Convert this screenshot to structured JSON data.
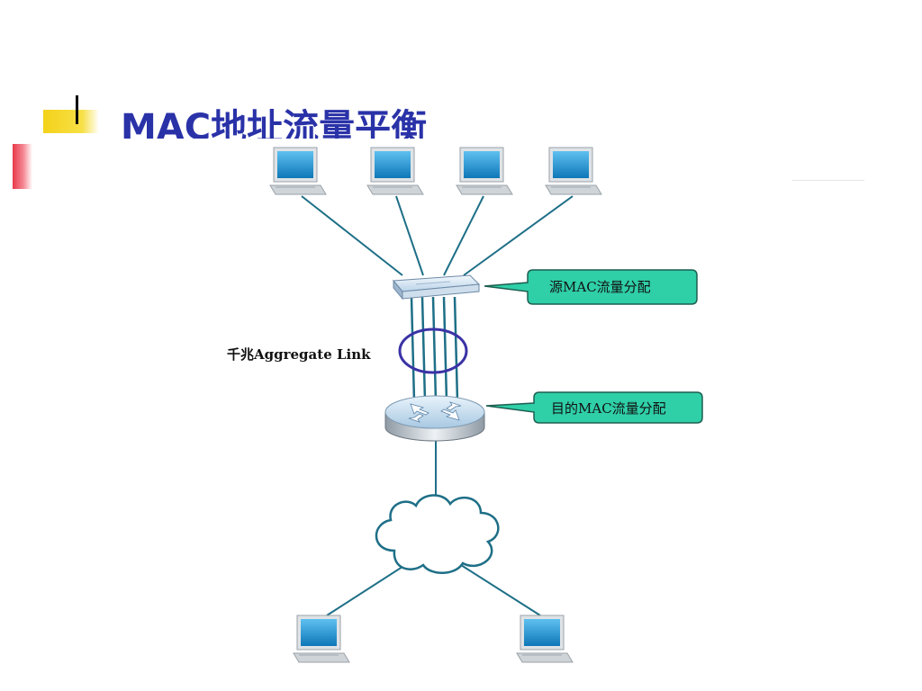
{
  "slide": {
    "title": "MAC地址流量平衡"
  },
  "diagram": {
    "aggregate_label": "千兆Aggregate Link",
    "callout_switch": "源MAC流量分配",
    "callout_router": "目的MAC流量分配",
    "colors": {
      "link": "#1e6f87",
      "callout_fill": "#2fcfa8",
      "ellipse": "#3a32a6",
      "screen": "#1a8fd2"
    }
  }
}
